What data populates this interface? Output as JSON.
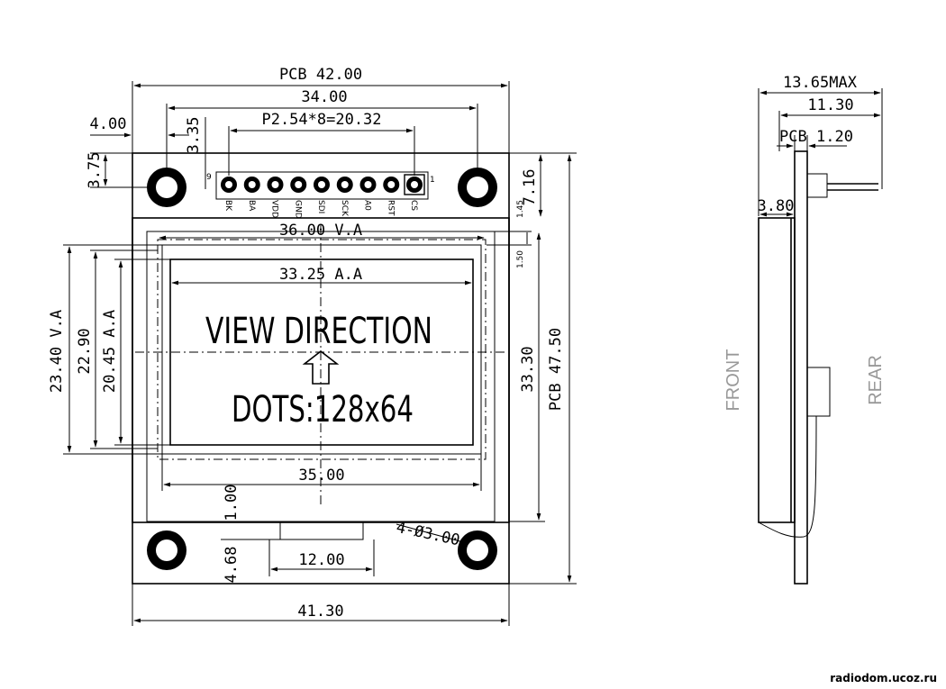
{
  "dimensions": {
    "pcb_width": "PCB 42.00",
    "hole_spacing": "34.00",
    "pin_pitch": "P2.54*8=20.32",
    "hole_offset_x": "4.00",
    "pin_offset": "3.35",
    "hole_offset_y": "3.75",
    "top_to_va": "7.16",
    "gap_145": "1.45",
    "gap_150": "1.50",
    "va_width": "36.00 V.A",
    "aa_width": "33.25 A.A",
    "va_height": "23.40 V.A",
    "outline_height": "22.90",
    "aa_height": "20.45 A.A",
    "glass_height": "33.30",
    "pcb_height": "PCB 47.50",
    "glass_width": "35.00",
    "tab_gap": "1.00",
    "tab_width": "12.00",
    "tab_height": "4.68",
    "mount_holes": "4-Ø3.00",
    "lcd_width": "41.30"
  },
  "pins": {
    "num_left": "9",
    "num_right": "1",
    "labels": [
      "BK",
      "BA",
      "VDD",
      "GND",
      "SDI",
      "SCK",
      "A0",
      "RST",
      "CS"
    ]
  },
  "center_text": {
    "line1": "VIEW DIRECTION",
    "line2": "DOTS:128x64"
  },
  "side_view": {
    "max_thickness": "13.65MAX",
    "thickness": "11.30",
    "pcb_thickness": "PCB 1.20",
    "lcd_thickness": "3.80",
    "front_label": "FRONT",
    "rear_label": "REAR"
  },
  "watermark": "radiodom.ucoz.ru"
}
